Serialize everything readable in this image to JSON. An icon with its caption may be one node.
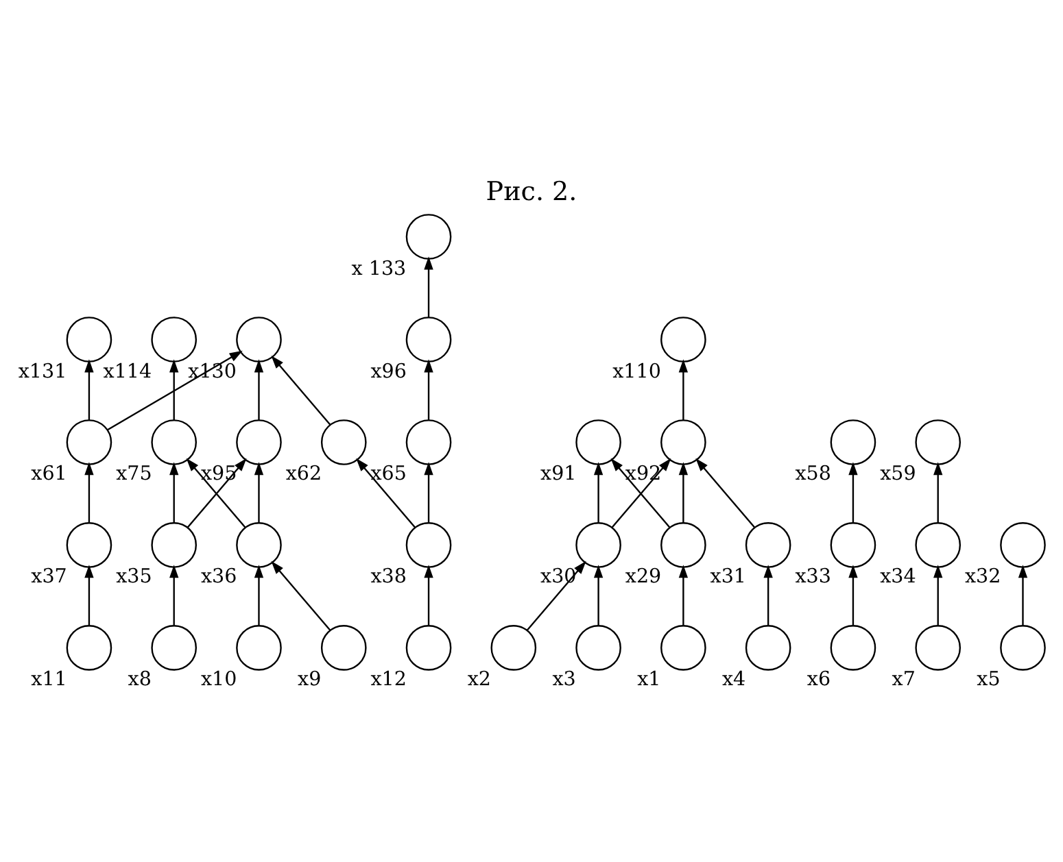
{
  "diagram": {
    "title": "Рис. 2.",
    "nodes": [
      {
        "text": [],
        "shape": "circle",
        "beside": [
          "x131"
        ]
      },
      {
        "text": [],
        "shape": "circle",
        "beside": [
          "x130"
        ]
      },
      {
        "text": [],
        "shape": "circle",
        "beside": [
          "x 133"
        ]
      },
      {
        "text": [],
        "shape": "circle",
        "beside": [
          "x114"
        ]
      },
      {
        "text": [],
        "shape": "circle",
        "beside": [
          "x110"
        ]
      },
      {
        "text": [],
        "shape": "circle",
        "beside": [
          "x91"
        ]
      },
      {
        "text": [],
        "shape": "circle",
        "beside": [
          "x96"
        ]
      },
      {
        "text": [],
        "shape": "circle",
        "beside": [
          "x92"
        ]
      },
      {
        "text": [],
        "shape": "circle",
        "beside": [
          "x75"
        ]
      },
      {
        "text": [],
        "shape": "circle",
        "beside": [
          "x95"
        ]
      },
      {
        "text": [],
        "shape": "circle",
        "beside": [
          "x61"
        ]
      },
      {
        "text": [],
        "shape": "circle",
        "beside": [
          "x62"
        ]
      },
      {
        "text": [],
        "shape": "circle",
        "beside": [
          "x65"
        ]
      },
      {
        "text": [],
        "shape": "circle",
        "beside": [
          "x58"
        ]
      },
      {
        "text": [],
        "shape": "circle",
        "beside": [
          "x59"
        ]
      },
      {
        "text": [],
        "shape": "circle",
        "beside": [
          "x29"
        ]
      },
      {
        "text": [],
        "shape": "circle",
        "beside": [
          "x30"
        ]
      },
      {
        "text": [],
        "shape": "circle",
        "beside": [
          "x31"
        ]
      },
      {
        "text": [],
        "shape": "circle",
        "beside": [
          "x32"
        ]
      },
      {
        "text": [],
        "shape": "circle",
        "beside": [
          "x33"
        ]
      },
      {
        "text": [],
        "shape": "circle",
        "beside": [
          "x34"
        ]
      },
      {
        "text": [],
        "shape": "circle",
        "beside": [
          "x35"
        ]
      },
      {
        "text": [],
        "shape": "circle",
        "beside": [
          "x36"
        ]
      },
      {
        "text": [],
        "shape": "circle",
        "beside": [
          "x37"
        ]
      },
      {
        "text": [],
        "shape": "circle",
        "beside": [
          "x38"
        ]
      },
      {
        "text": [],
        "shape": "circle",
        "beside": [
          "x1"
        ]
      },
      {
        "text": [],
        "shape": "circle",
        "beside": [
          "x2"
        ]
      },
      {
        "text": [],
        "shape": "circle",
        "beside": [
          "x3"
        ]
      },
      {
        "text": [],
        "shape": "circle",
        "beside": [
          "x4"
        ]
      },
      {
        "text": [],
        "shape": "circle",
        "beside": [
          "x5"
        ]
      },
      {
        "text": [],
        "shape": "circle",
        "beside": [
          "x6"
        ]
      },
      {
        "text": [],
        "shape": "circle",
        "beside": [
          "x7"
        ]
      },
      {
        "text": [],
        "shape": "circle",
        "beside": [
          "x8"
        ]
      },
      {
        "text": [],
        "shape": "circle",
        "beside": [
          "x9"
        ]
      },
      {
        "text": [],
        "shape": "circle",
        "beside": [
          "x10"
        ]
      },
      {
        "text": [],
        "shape": "circle",
        "beside": [
          "x11"
        ]
      },
      {
        "text": [],
        "shape": "circle",
        "beside": [
          "x12"
        ]
      }
    ],
    "edges": [
      {
        "from": 25,
        "to": 15,
        "arrow": "to"
      },
      {
        "from": 26,
        "to": 16,
        "arrow": "to"
      },
      {
        "from": 27,
        "to": 16,
        "arrow": "to"
      },
      {
        "from": 28,
        "to": 17,
        "arrow": "to"
      },
      {
        "from": 29,
        "to": 18,
        "arrow": "to"
      },
      {
        "from": 30,
        "to": 19,
        "arrow": "to"
      },
      {
        "from": 31,
        "to": 20,
        "arrow": "to"
      },
      {
        "from": 32,
        "to": 21,
        "arrow": "to"
      },
      {
        "from": 33,
        "to": 22,
        "arrow": "to"
      },
      {
        "from": 34,
        "to": 22,
        "arrow": "to"
      },
      {
        "from": 35,
        "to": 23,
        "arrow": "to"
      },
      {
        "from": 36,
        "to": 24,
        "arrow": "to"
      },
      {
        "from": 15,
        "to": 5,
        "arrow": "to"
      },
      {
        "from": 15,
        "to": 7,
        "arrow": "to"
      },
      {
        "from": 16,
        "to": 5,
        "arrow": "to"
      },
      {
        "from": 16,
        "to": 7,
        "arrow": "to"
      },
      {
        "from": 17,
        "to": 7,
        "arrow": "to"
      },
      {
        "from": 7,
        "to": 4,
        "arrow": "to"
      },
      {
        "from": 19,
        "to": 13,
        "arrow": "to"
      },
      {
        "from": 20,
        "to": 14,
        "arrow": "to"
      },
      {
        "from": 21,
        "to": 8,
        "arrow": "to"
      },
      {
        "from": 22,
        "to": 8,
        "arrow": "to"
      },
      {
        "from": 21,
        "to": 9,
        "arrow": "to"
      },
      {
        "from": 22,
        "to": 9,
        "arrow": "to"
      },
      {
        "from": 8,
        "to": 3,
        "arrow": "to"
      },
      {
        "from": 9,
        "to": 1,
        "arrow": "to"
      },
      {
        "from": 23,
        "to": 10,
        "arrow": "to"
      },
      {
        "from": 10,
        "to": 1,
        "arrow": "to"
      },
      {
        "from": 10,
        "to": 0,
        "arrow": "to"
      },
      {
        "from": 24,
        "to": 11,
        "arrow": "to"
      },
      {
        "from": 24,
        "to": 12,
        "arrow": "to"
      },
      {
        "from": 11,
        "to": 1,
        "arrow": "to"
      },
      {
        "from": 12,
        "to": 6,
        "arrow": "to"
      },
      {
        "from": 6,
        "to": 2,
        "arrow": "to"
      }
    ]
  }
}
